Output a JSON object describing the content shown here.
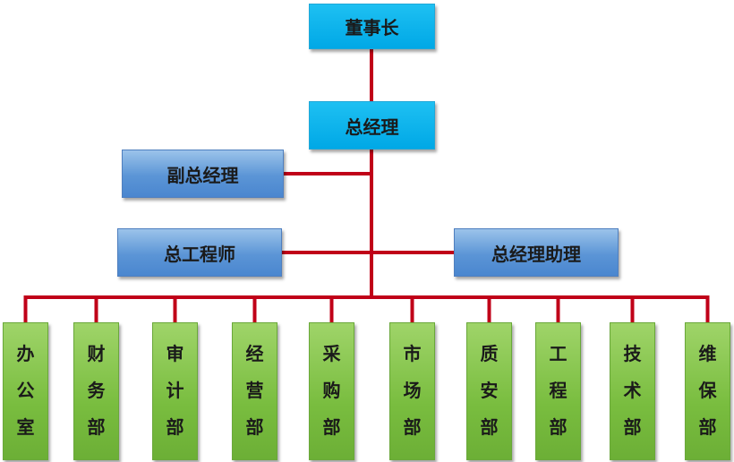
{
  "top": [
    {
      "id": "chairman",
      "label": "董事长"
    },
    {
      "id": "gm",
      "label": "总经理"
    }
  ],
  "side_left": [
    {
      "id": "deputy-gm",
      "label": "副总经理"
    },
    {
      "id": "chief-engineer",
      "label": "总工程师"
    }
  ],
  "side_right": [
    {
      "id": "gm-assistant",
      "label": "总经理助理"
    }
  ],
  "departments": [
    {
      "id": "office",
      "label": "办公室"
    },
    {
      "id": "finance",
      "label": "财务部"
    },
    {
      "id": "audit",
      "label": "审计部"
    },
    {
      "id": "operations",
      "label": "经营部"
    },
    {
      "id": "purchasing",
      "label": "采购部"
    },
    {
      "id": "market",
      "label": "市场部"
    },
    {
      "id": "quality-safety",
      "label": "质安部"
    },
    {
      "id": "engineering",
      "label": "工程部"
    },
    {
      "id": "technology",
      "label": "技术部"
    },
    {
      "id": "maintenance",
      "label": "维保部"
    }
  ],
  "colors": {
    "connector": "#c00018",
    "top_box": "#00aeea",
    "side_box": "#5b95d6",
    "department_box": "#79bd3f"
  }
}
